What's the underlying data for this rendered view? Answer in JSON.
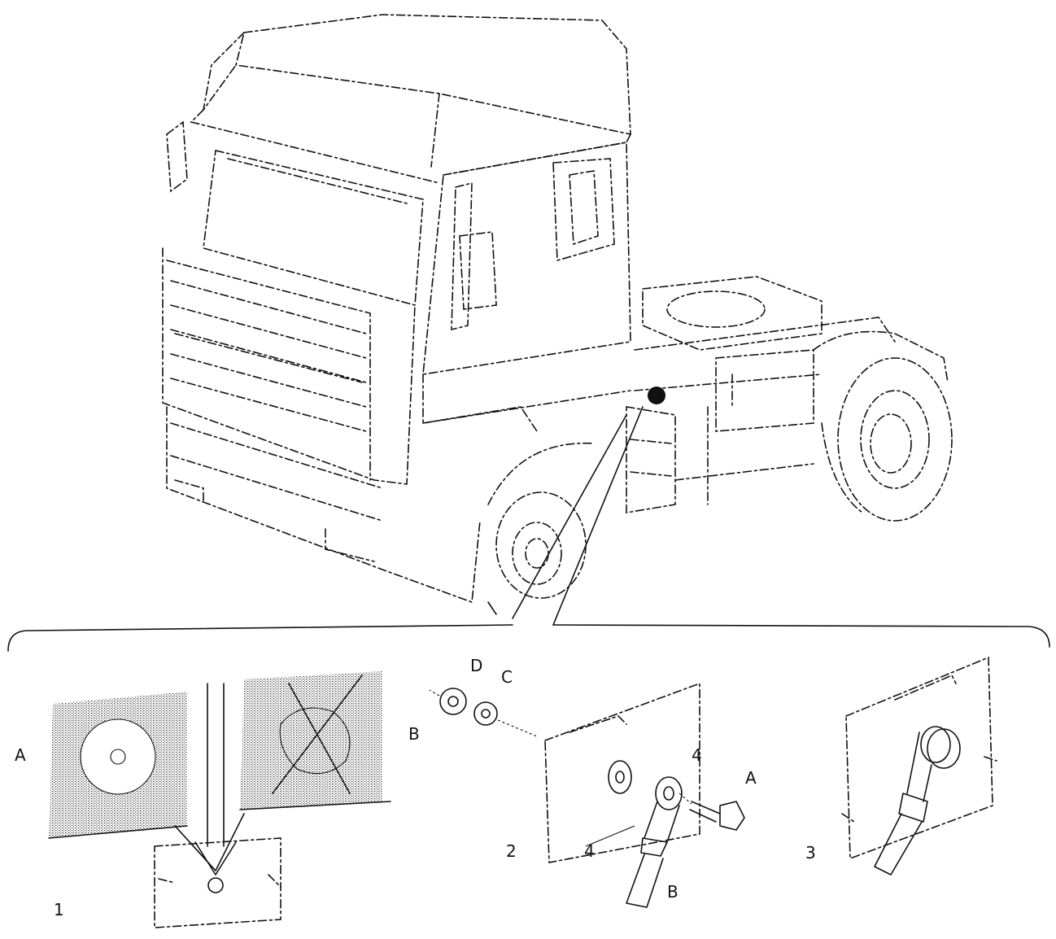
{
  "labels": {
    "panel1": {
      "a": "A",
      "step": "1"
    },
    "panel2": {
      "d": "D",
      "c": "C",
      "b_left": "B",
      "four_top": "4",
      "a": "A",
      "four_bottom": "4",
      "step": "2",
      "b_bottom": "B"
    },
    "panel3": {
      "step": "3"
    }
  },
  "icons": [
    "truck-illustration",
    "ground-point-marker",
    "contact-surface-detail",
    "cable-lug-assembly",
    "fitted-lug-detail"
  ]
}
